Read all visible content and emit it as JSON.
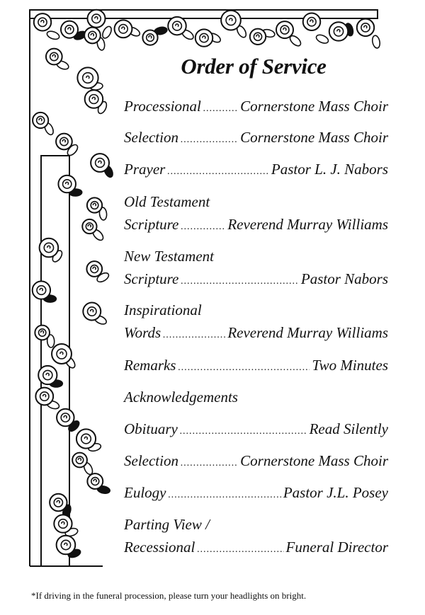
{
  "title": "Order of Service",
  "items": [
    {
      "label": "Processional",
      "value": "Cornerstone Mass Choir"
    },
    {
      "label": "Selection",
      "value": "Cornerstone Mass Choir"
    },
    {
      "label": "Prayer",
      "value": "Pastor L. J. Nabors"
    },
    {
      "heading": "Old Testament",
      "label": "Scripture",
      "value": "Reverend Murray Williams"
    },
    {
      "heading": "New Testament",
      "label": "Scripture",
      "value": "Pastor Nabors"
    },
    {
      "heading": "Inspirational",
      "label": "Words",
      "value": "Reverend Murray Williams"
    },
    {
      "label": "Remarks",
      "value": "Two Minutes"
    },
    {
      "heading": "Acknowledgements"
    },
    {
      "label": "Obituary",
      "value": "Read Silently"
    },
    {
      "label": "Selection",
      "value": "Cornerstone Mass Choir"
    },
    {
      "label": "Eulogy",
      "value": "Pastor J.L. Posey"
    },
    {
      "heading": "Parting View /",
      "label": "Recessional",
      "value": "Funeral Director"
    }
  ],
  "footer": "*If driving in the funeral procession, please turn your headlights on bright."
}
